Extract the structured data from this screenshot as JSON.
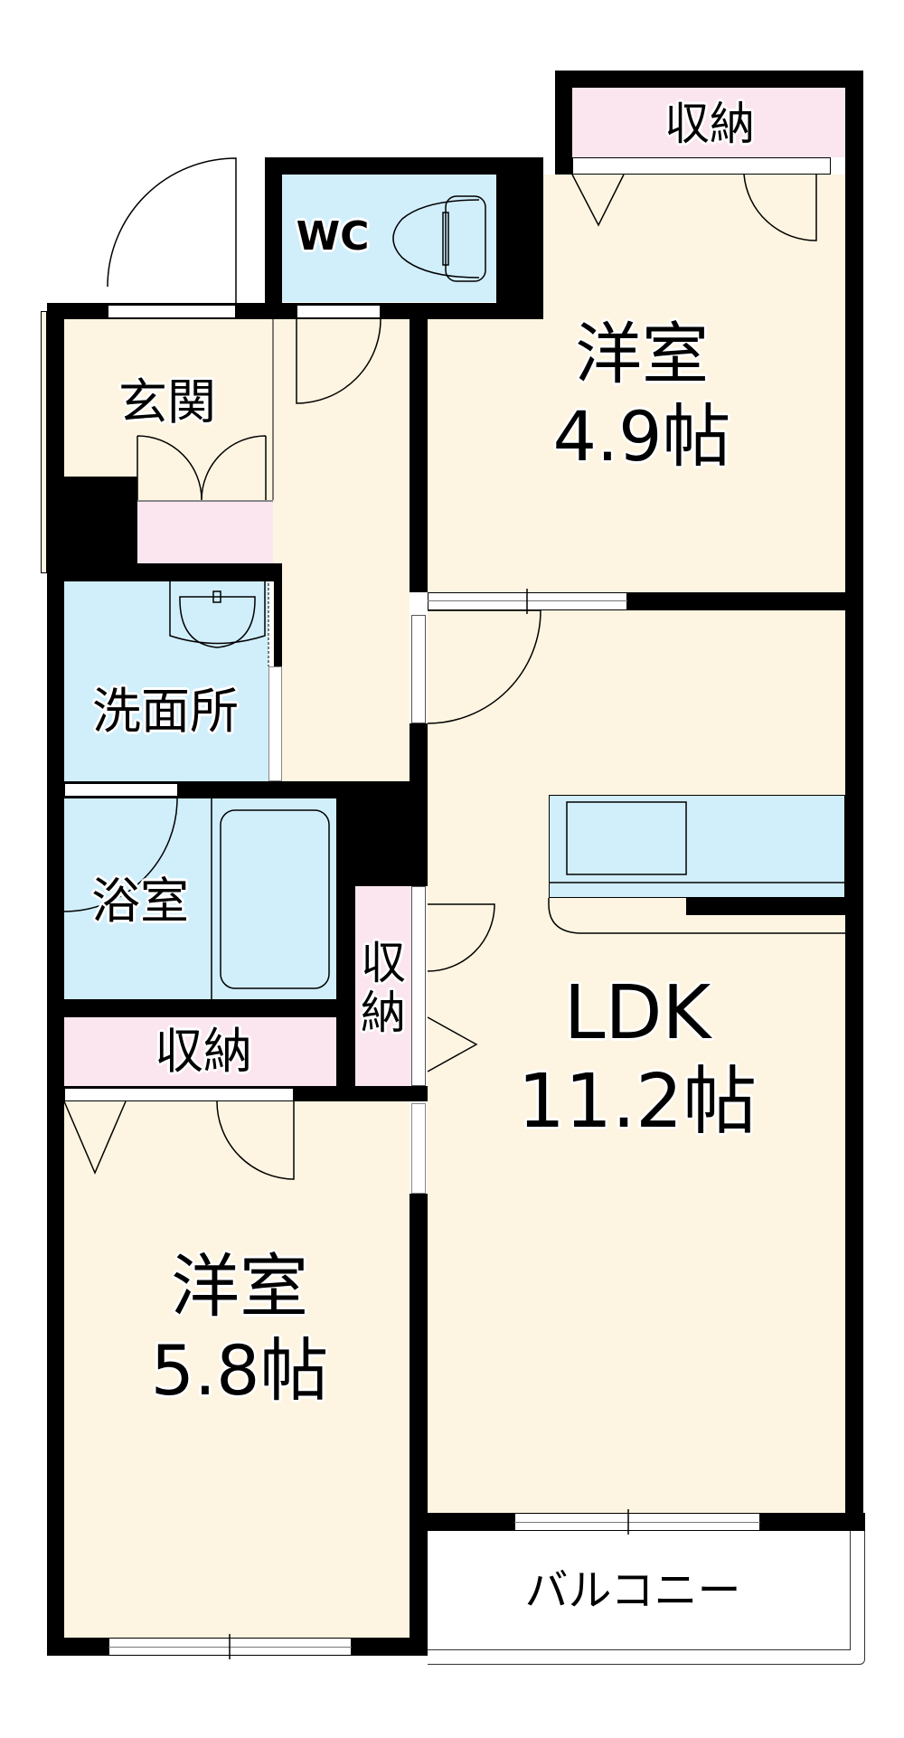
{
  "floor_plan": {
    "rooms": [
      {
        "id": "western_room_1",
        "name": "洋室",
        "size": "4.9帖"
      },
      {
        "id": "ldk",
        "name": "LDK",
        "size": "11.2帖"
      },
      {
        "id": "western_room_2",
        "name": "洋室",
        "size": "5.8帖"
      },
      {
        "id": "entrance",
        "name": "玄関"
      },
      {
        "id": "washroom",
        "name": "洗面所"
      },
      {
        "id": "bathroom",
        "name": "浴室"
      },
      {
        "id": "toilet",
        "name": "WC"
      },
      {
        "id": "balcony",
        "name": "バルコニー"
      }
    ],
    "storage": [
      {
        "id": "storage_top",
        "name": "収納"
      },
      {
        "id": "storage_left",
        "name": "収納"
      },
      {
        "id": "storage_vertical",
        "name_line1": "収",
        "name_line2": "納"
      }
    ],
    "colors": {
      "wall": "#000000",
      "room_floor": "#FDF5E1",
      "storage": "#FBE6EF",
      "wet_area": "#D1EEFB",
      "exterior": "#FFFFFF"
    }
  }
}
